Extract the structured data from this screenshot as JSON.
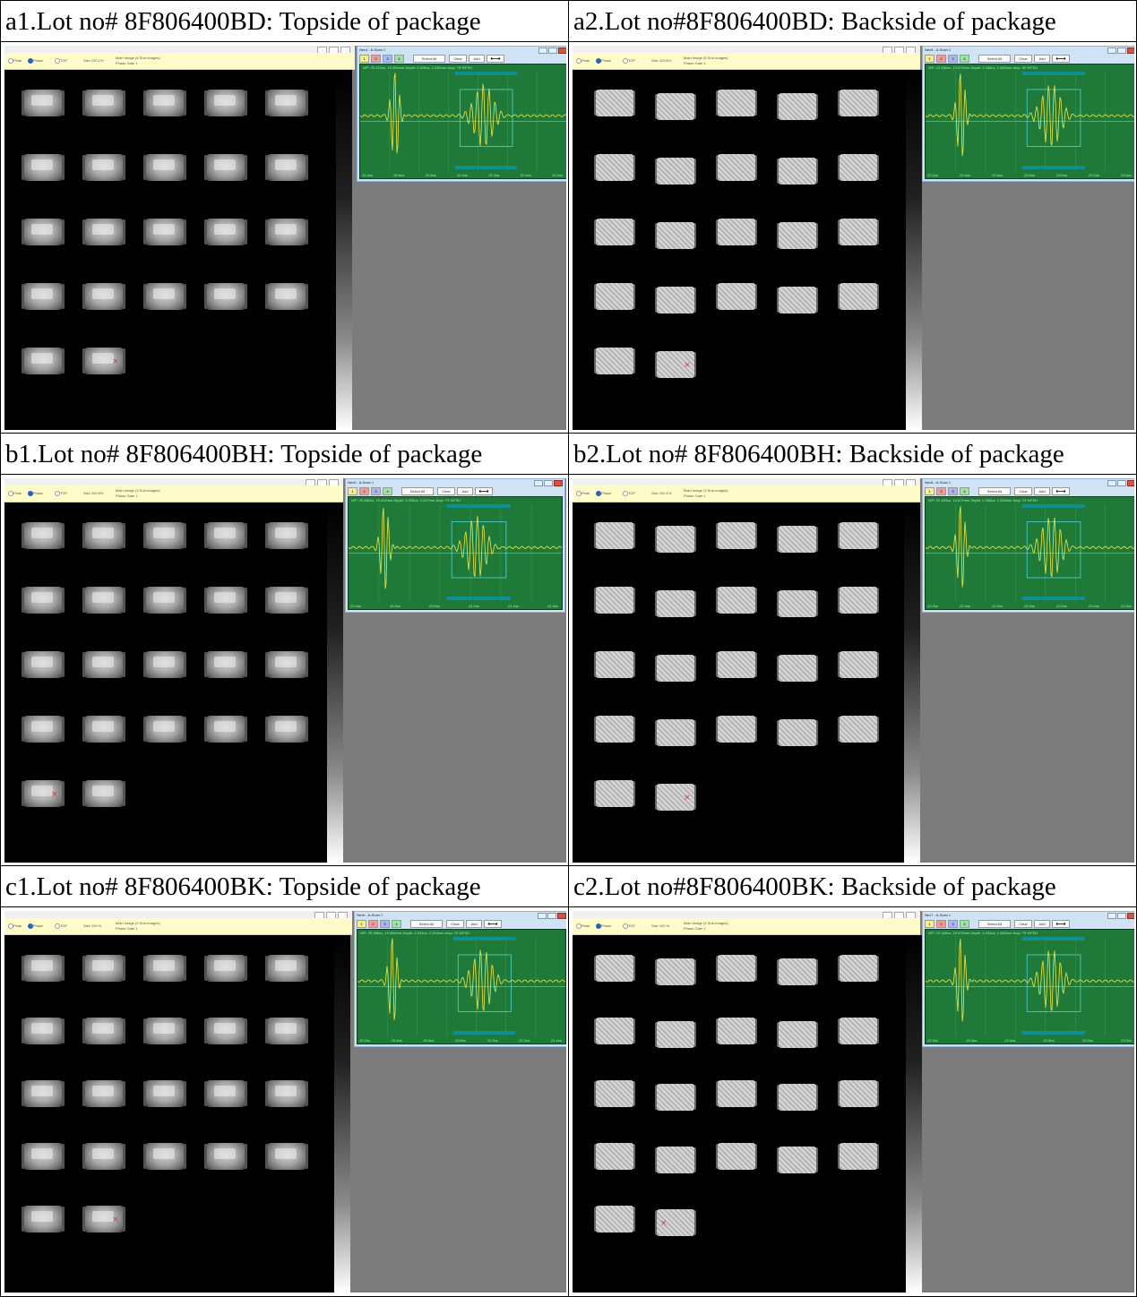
{
  "panels": [
    {
      "caption": "a1.Lot no# 8F806400BD: Topside of package",
      "side": "top",
      "toolbar": {
        "peak": "Peak",
        "phase": "Phase",
        "tof": "TOF",
        "size": "Size 100.1%",
        "image_title": "Main Image (6 Sub-Images)",
        "gate": "Phase Gate 1"
      },
      "ascan": {
        "title": "Nev4 - A-Scan 1",
        "readout": "WP: 20.912us, 15.386mm  Depth: 0.826us, 2.246mm  Amp: 75 %FSH",
        "ticks": [
          "21.4us",
          "20.6us",
          "20.8us",
          "21.0us",
          "21.2us",
          "21.4us",
          "21.6us"
        ]
      }
    },
    {
      "caption": "a2.Lot no#8F806400BD: Backside of package",
      "side": "back",
      "toolbar": {
        "peak": "Peak",
        "phase": "Phase",
        "tof": "TOF",
        "size": "Size 103.6%",
        "image_title": "Main Image (6 Sub-Images)",
        "gate": "Phase Gate 1"
      },
      "ascan": {
        "title": "Nev8 - A-Scan 1",
        "readout": "WP: 22.490us, 16.676mm  Depth: 0.346us, 1.449mm  Amp: 80 %FSH",
        "ticks": [
          "22.2us",
          "22.4us",
          "22.6us",
          "22.8us",
          "23.0us",
          "23.2us",
          "23.4us"
        ]
      }
    },
    {
      "caption": "b1.Lot no# 8F806400BH: Topside of package",
      "side": "top",
      "toolbar": {
        "peak": "Peak",
        "phase": "Phase",
        "tof": "TOF",
        "size": "Size 100.5%",
        "image_title": "Main Image (3 Sub-Images)",
        "gate": "Phase Gate 1"
      },
      "ascan": {
        "title": "Nev5 - A-Scan 1",
        "readout": "WP: 20.592us, 15.202mm  Depth: 0.536us, 2.247mm  Amp: 73 %FSH",
        "ticks": [
          "20.4us",
          "20.6us",
          "20.8us",
          "21.0us",
          "21.2us",
          "21.4us"
        ]
      }
    },
    {
      "caption": "b2.Lot no# 8F806400BH: Backside of package",
      "side": "back",
      "toolbar": {
        "peak": "Peak",
        "phase": "Phase",
        "tof": "TOF",
        "size": "Size 100.1%",
        "image_title": "Main Image (3 Sub-Images)",
        "gate": "Phase Gate 1"
      },
      "ascan": {
        "title": "Nev8 - A-Scan 1",
        "readout": "WP: 22.483us, 16.671mm  Depth: 0.356us, 1.439mm  Amp: 73 %FSH",
        "ticks": [
          "22.2us",
          "22.4us",
          "22.6us",
          "22.8us",
          "23.0us",
          "23.2us",
          "23.4us"
        ]
      }
    },
    {
      "caption": "c1.Lot no# 8F806400BK: Topside of package",
      "side": "top",
      "toolbar": {
        "peak": "Peak",
        "phase": "Phase",
        "tof": "TOF",
        "size": "Size 100 %",
        "image_title": "Main Image (0 Sub-Images)",
        "gate": "Phase Gate 1"
      },
      "ascan": {
        "title": "Nev6 - A-Scan 1",
        "readout": "WP: 20.398us, 15.086mm  Depth: 0.531us, 2.254mm  Amp: 75 %FSH",
        "ticks": [
          "20.2us",
          "20.4us",
          "20.6us",
          "20.8us",
          "21.0us",
          "21.2us",
          "21.4us"
        ]
      }
    },
    {
      "caption": "c2.Lot no#8F806400BK: Backside of package",
      "side": "back",
      "toolbar": {
        "peak": "Peak",
        "phase": "Phase",
        "tof": "TOF",
        "size": "Size 100 %",
        "image_title": "Main Image (0 Sub-Images)",
        "gate": "Phase Gate 1"
      },
      "ascan": {
        "title": "Nev7 - A-Scan 1",
        "readout": "WP: 22.346us, 16.570mm  Depth: 0.341us, 1.448mm  Amp: 75 %FSH",
        "ticks": [
          "22.2us",
          "22.4us",
          "22.6us",
          "22.8us",
          "23.0us",
          "23.2us"
        ]
      }
    }
  ],
  "gate_buttons": [
    "1",
    "2",
    "3",
    "4"
  ],
  "gate_colors": [
    "#f6ef8a",
    "#f29a9a",
    "#a7b8f2",
    "#9fe3a4"
  ],
  "ascan_buttons": {
    "select_all": "Select All",
    "clear": "Clear",
    "add": "Add",
    "arrow": "⟷"
  },
  "packages": {
    "rows": [
      5,
      5,
      5,
      5,
      2
    ],
    "defect_marker": "×"
  },
  "colors": {
    "scan_bg": "#000000",
    "scope_bg": "#1f7a3a",
    "scope_trace": "#f0e84a",
    "gate_box": "#4fd3d3",
    "gate_bar": "#0e8f92",
    "toolbar_bg": "#fffbc8",
    "panel_bg": "#7c7c7c"
  }
}
